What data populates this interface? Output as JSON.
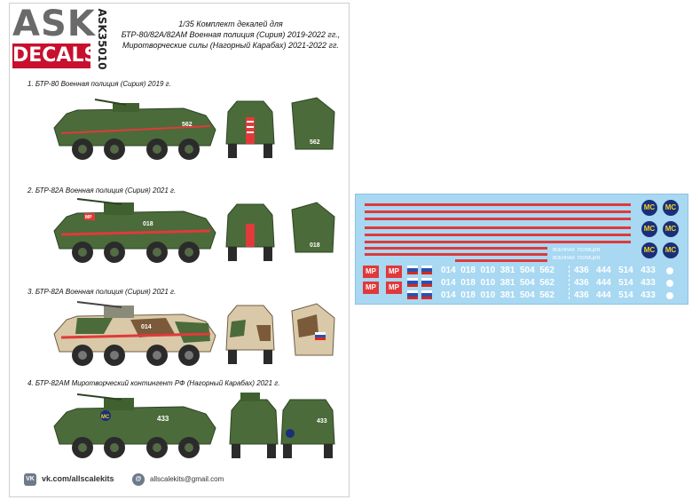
{
  "logo": {
    "top": "ASK",
    "bottom": "DECALS",
    "code": "ASK35010"
  },
  "title": {
    "line1": "1/35 Комплект декалей для",
    "line2": "БТР-80/82А/82АМ  Военная полиция (Сирия) 2019-2022 гг.,",
    "line3": "Миротворческие силы (Нагорный Карабах) 2021-2022 гг."
  },
  "variants": [
    {
      "caption": "1. БТР-80 Военная полиция (Сирия) 2019 г.",
      "number": "562",
      "camo": "green",
      "stripe": true
    },
    {
      "caption": "2. БТР-82А Военная полиция (Сирия) 2021 г.",
      "number": "018",
      "camo": "green",
      "stripe": true,
      "mp": "MP"
    },
    {
      "caption": "3. БТР-82А Военная полиция (Сирия) 2021 г.",
      "number": "014",
      "camo": "desert",
      "stripe": true
    },
    {
      "caption": "4. БТР-82АМ Миротворческий контингент РФ (Нагорный Карабах) 2021 г.",
      "number": "433",
      "camo": "green",
      "stripe": false,
      "mc": "MC"
    }
  ],
  "social": {
    "vk_icon": "VK",
    "vk": "vk.com/allscalekits",
    "mail_icon": "@",
    "email": "allscalekits@gmail.com"
  },
  "decal_sheet": {
    "mp": "MP",
    "mc": "MC",
    "row_numbers": [
      "014",
      "018",
      "010",
      "381",
      "504",
      "562"
    ],
    "mc_numbers": [
      "436",
      "444",
      "514",
      "433"
    ],
    "small_text_1": "ВОЕННАЯ",
    "small_text_2": "ПОЛИЦИЯ",
    "colors": {
      "sheet": "#a8d8f2",
      "stripe": "#e0393b",
      "badge": "#e0393b",
      "mc_circle": "#1a2f7a",
      "mc_text": "#f5d21c"
    }
  }
}
